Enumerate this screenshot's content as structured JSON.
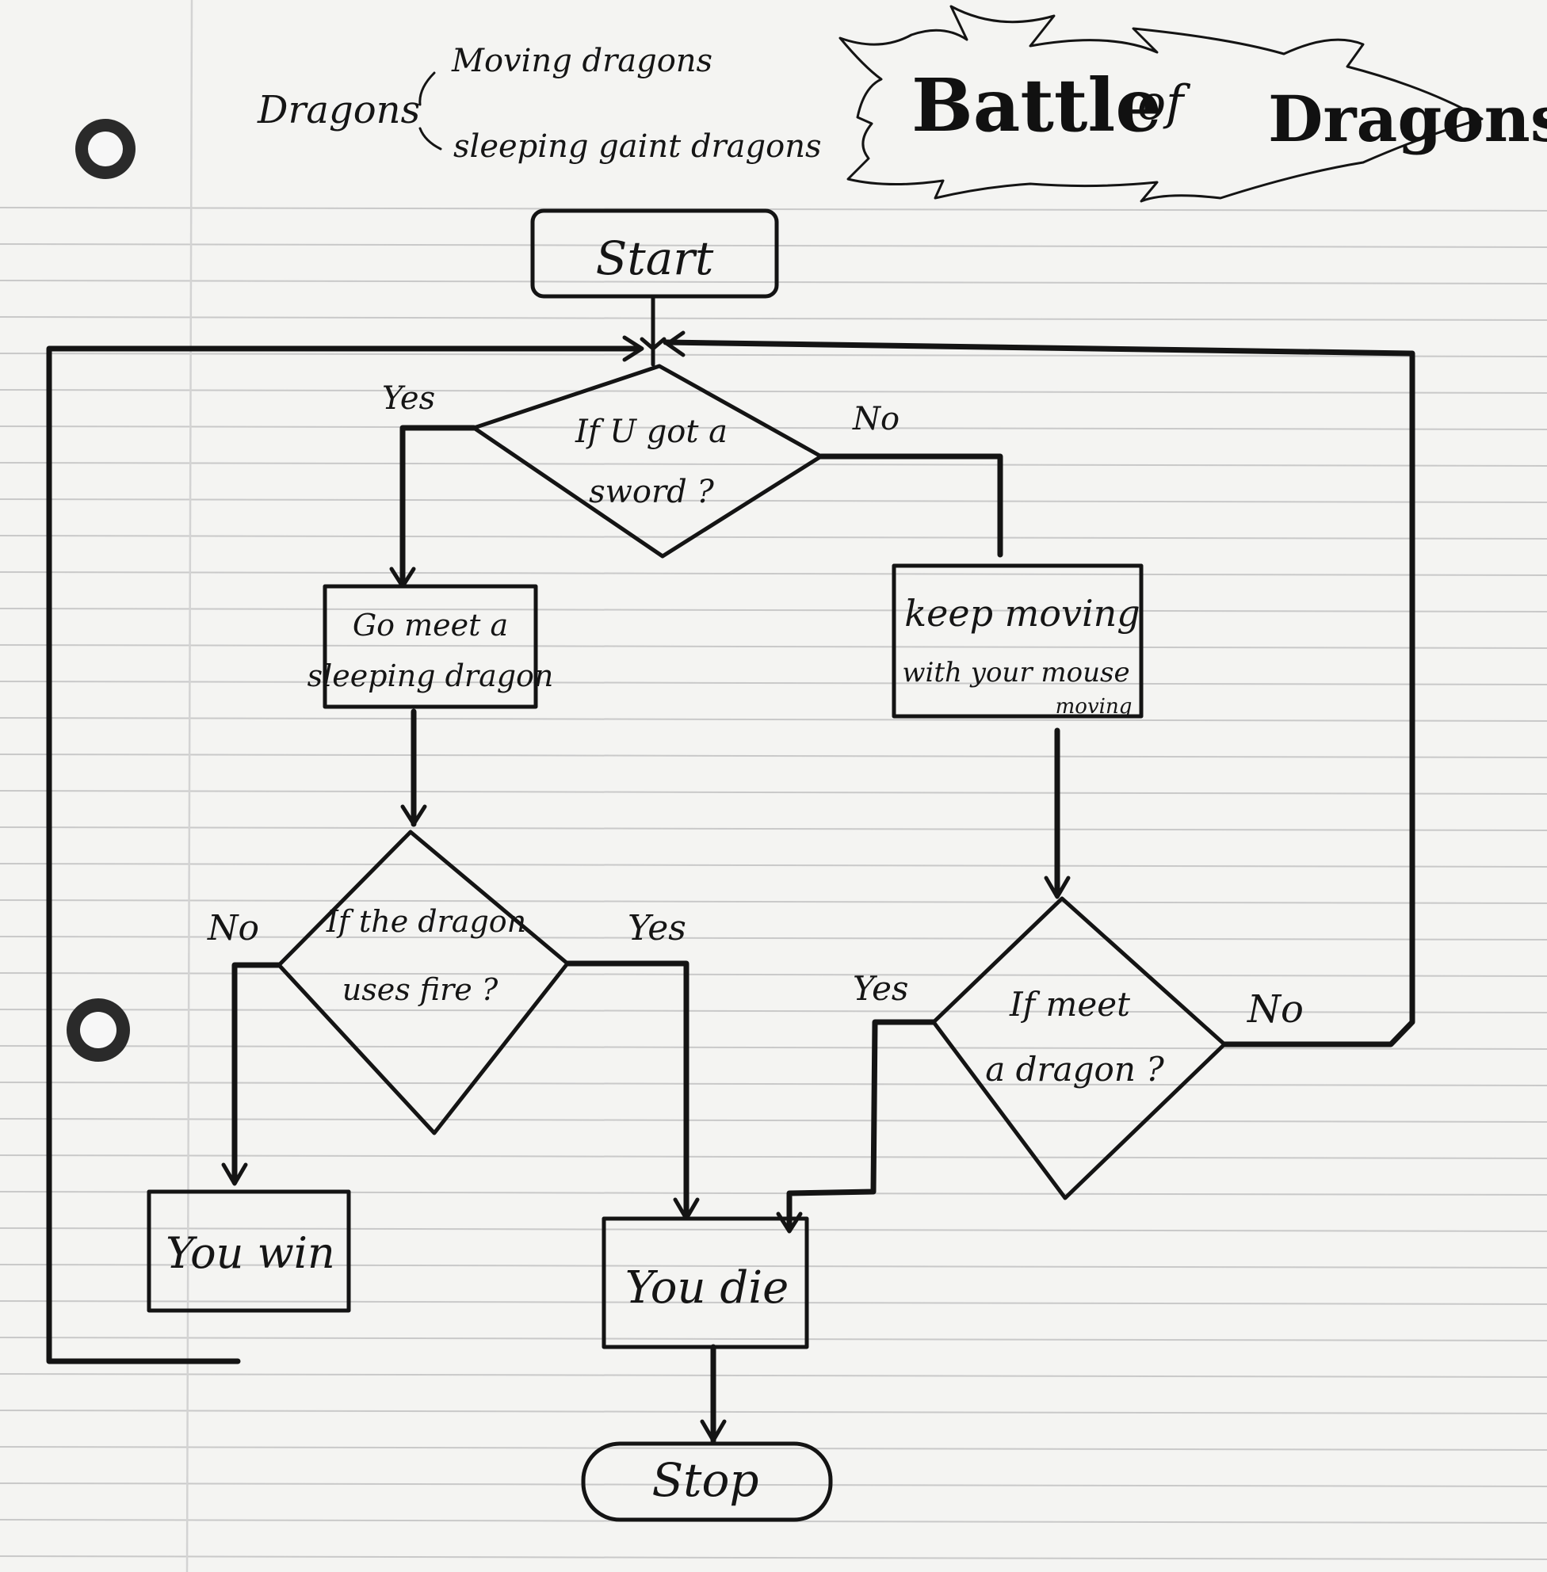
{
  "title": {
    "word1": "Battle",
    "word2": "of",
    "word3": "Dragons"
  },
  "legend": {
    "root": "Dragons",
    "items": [
      "Moving dragons",
      "sleeping gaint dragons"
    ]
  },
  "nodes": {
    "start": "Start",
    "decision_sword_line1": "If U got a",
    "decision_sword_line2": "sword ?",
    "meet_sleeping_line1": "Go meet a",
    "meet_sleeping_line2": "sleeping dragon",
    "keep_moving_line1": "keep moving",
    "keep_moving_line2": "with your mouse",
    "keep_moving_line3": "moving",
    "decision_fire_line1": "If the dragon",
    "decision_fire_line2": "uses fire ?",
    "decision_meet_line1": "If meet",
    "decision_meet_line2": "a dragon ?",
    "you_win": "You win",
    "you_die": "You die",
    "stop": "Stop"
  },
  "edge_labels": {
    "sword_yes": "Yes",
    "sword_no": "No",
    "fire_no": "No",
    "fire_yes": "Yes",
    "meet_yes": "Yes",
    "meet_no": "No"
  }
}
